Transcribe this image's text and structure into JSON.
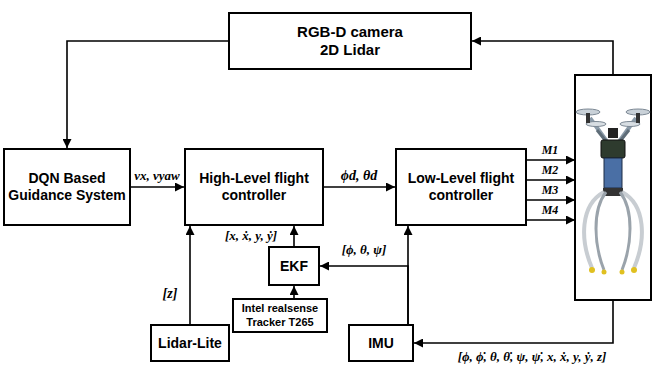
{
  "diagram": {
    "nodes": [
      {
        "text": [
          "RGB-D camera 2D Lidar"
        ]
      },
      {
        "text": [
          "DQN Based Guidance System"
        ]
      },
      {
        "text": [
          "High-Level flight controller"
        ]
      },
      {
        "text": [
          "Low-Level flight controller"
        ]
      },
      {
        "text": [
          "EKF"
        ]
      },
      {
        "text": [
          "Intel realsense Tracker T265"
        ]
      },
      {
        "text": [
          "Lidar-Lite"
        ]
      },
      {
        "text": [
          "IMU"
        ]
      }
    ],
    "edges": [
      {
        "from": 0,
        "to": 1,
        "arrow": "to"
      },
      {
        "from": 1,
        "to": 2,
        "arrow": "to",
        "label": "vx, vyaw"
      },
      {
        "from": 2,
        "to": 3,
        "arrow": "to",
        "label": "ϕd, θd"
      },
      {
        "from": 6,
        "to": 2,
        "arrow": "to",
        "label": "[z]"
      },
      {
        "from": 4,
        "to": 2,
        "arrow": "to",
        "label": "[x, ẋ, y, ẏ]"
      },
      {
        "from": 5,
        "to": 4,
        "arrow": "to"
      },
      {
        "from": 7,
        "to": 3,
        "arrow": "to"
      },
      {
        "from": 7,
        "to": 4,
        "arrow": "to",
        "label": "[ϕ, θ, ψ]"
      }
    ],
    "labels": [
      "M1",
      "M2",
      "M3",
      "M4",
      "[ϕ, ϕ̇, θ, θ̇, ψ, ψ̇, x, ẋ, y, ẏ, z]"
    ]
  }
}
